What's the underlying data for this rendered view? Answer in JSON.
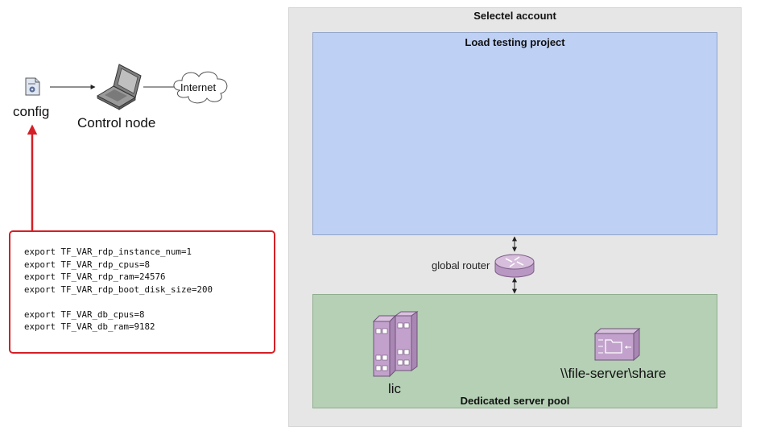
{
  "account": {
    "title": "Selectel account"
  },
  "project": {
    "title": "Load testing project"
  },
  "router": {
    "label": "global router"
  },
  "pool": {
    "title": "Dedicated server pool",
    "lic_label": "lic",
    "share_label": "\\\\file-server\\share"
  },
  "left": {
    "config_label": "config",
    "control_node_label": "Control node",
    "internet_label": "Internet"
  },
  "code": {
    "lines": [
      "export TF_VAR_rdp_instance_num=1",
      "export TF_VAR_rdp_cpus=8",
      "export TF_VAR_rdp_ram=24576",
      "export TF_VAR_rdp_boot_disk_size=200",
      "",
      "export TF_VAR_db_cpus=8",
      "export TF_VAR_db_ram=9182"
    ]
  },
  "colors": {
    "project_fill": "#bfd0f5",
    "pool_fill": "#b5d0b5",
    "account_fill": "#e6e6e6",
    "highlight_red": "#d51f26",
    "device_purple": "#c7a8cf"
  },
  "icons": [
    "config-file-icon",
    "laptop-icon",
    "cloud-icon",
    "router-icon",
    "server-icon",
    "file-share-icon"
  ]
}
